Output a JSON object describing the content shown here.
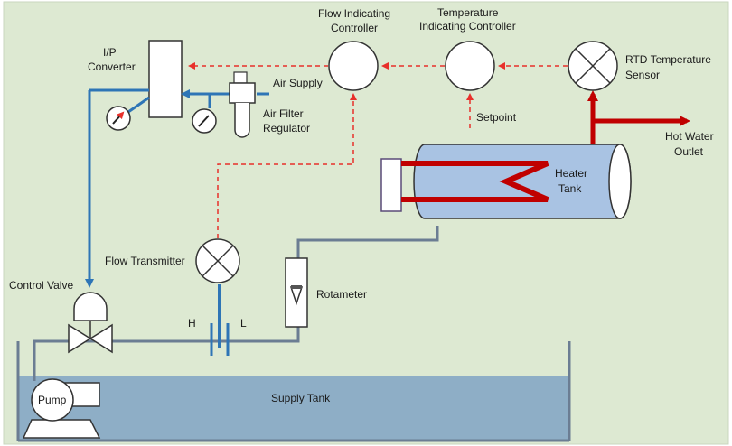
{
  "colors": {
    "background": "#dde9d2",
    "process_pipe": "#6b7d93",
    "air_line": "#2e75b6",
    "signal_line": "#e8302b",
    "hot_water": "#c00000",
    "supply_water": "#8eaec6",
    "tank_fill": "#a9c3e3"
  },
  "labels": {
    "ip_converter": [
      "I/P",
      "Converter"
    ],
    "flow_controller": [
      "Flow Indicating",
      "Controller"
    ],
    "temp_controller": [
      "Temperature",
      "Indicating Controller"
    ],
    "rtd_sensor": [
      "RTD Temperature",
      "Sensor"
    ],
    "air_supply": "Air Supply",
    "air_filter": [
      "Air Filter",
      "Regulator"
    ],
    "setpoint": "Setpoint",
    "hot_water_outlet": [
      "Hot Water",
      "Outlet"
    ],
    "heater_tank": [
      "Heater",
      "Tank"
    ],
    "flow_transmitter": "Flow Transmitter",
    "control_valve": "Control Valve",
    "rotameter": "Rotameter",
    "orifice_high": "H",
    "orifice_low": "L",
    "pump": "Pump",
    "supply_tank": "Supply Tank"
  }
}
